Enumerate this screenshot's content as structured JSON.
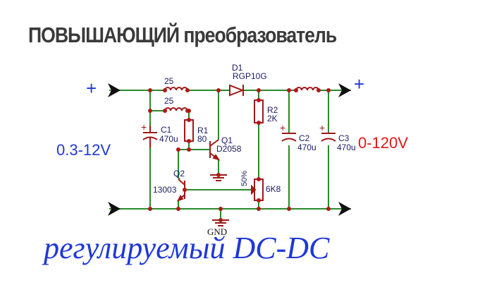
{
  "title": "ПОВЫШАЮЩИЙ преобразователь",
  "subtitle": "регулируемый DC-DC",
  "input": {
    "plus": "+",
    "voltage": "0.3-12V",
    "color": "#1f38d8"
  },
  "output": {
    "plus": "+",
    "voltage": "0-120V",
    "color": "#e01818"
  },
  "components": {
    "l1": "25",
    "l2": "25",
    "c1_name": "C1",
    "c1_value": "470u",
    "r1_name": "R1",
    "r1_value": "80",
    "q1_name": "Q1",
    "q1_value": "D2058",
    "q2_name": "Q2",
    "q2_value": "13003",
    "d1_name": "D1",
    "d1_value": "RGP10G",
    "r2_name": "R2",
    "r2_value": "2K",
    "pot_value": "6K8",
    "pot_mark": "50%",
    "c2_name": "C2",
    "c2_value": "470u",
    "c3_name": "C3",
    "c3_value": "470u",
    "gnd": "GND"
  },
  "colors": {
    "wire": "#2a8a2a",
    "component": "#a01818",
    "title": "#3a3a3a",
    "subtitle": "#1f38d8"
  }
}
